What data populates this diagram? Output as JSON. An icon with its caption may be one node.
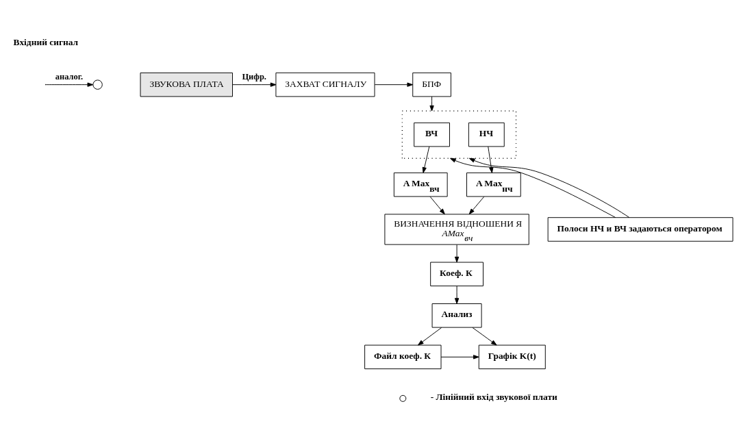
{
  "diagram": {
    "nodes": [
      {
        "text": [],
        "shape": "circle"
      },
      {
        "text": [
          "ЗВУКОВА ПЛАТА"
        ]
      },
      {
        "text": [
          "ЗАХВАТ СИГНАЛУ"
        ]
      },
      {
        "text": [
          "БПФ"
        ]
      },
      {
        "text": [],
        "shape": "box"
      },
      {
        "text": [
          "ВЧ"
        ],
        "in": 4
      },
      {
        "text": [
          "НЧ"
        ],
        "in": 4
      },
      {
        "text": [
          "A Max$_{вч}$"
        ]
      },
      {
        "text": [
          "A Max$_{нч}$"
        ]
      },
      {
        "text": [
          "ВИЗНАЧЕННЯ ВІДНОШЕНИ Я",
          "AMax$_{вч}$"
        ]
      },
      {
        "text": [
          "Коеф. К"
        ]
      },
      {
        "text": [
          "Анализ"
        ]
      },
      {
        "text": [
          "Файл коеф. К"
        ]
      },
      {
        "text": [
          "Графік K(t)"
        ]
      },
      {
        "text": [
          "Полоси НЧ и ВЧ задаються оператором"
        ]
      }
    ],
    "edges": [
      {
        "from": null,
        "to": 0,
        "arrow": "to",
        "label": "аналог."
      },
      {
        "from": 1,
        "to": 2,
        "arrow": "to",
        "label": "Цифр."
      },
      {
        "from": 2,
        "to": 3,
        "arrow": "to"
      },
      {
        "from": 3,
        "to": 4,
        "arrow": "to"
      },
      {
        "from": 5,
        "to": 7,
        "arrow": "to"
      },
      {
        "from": 6,
        "to": 8,
        "arrow": "to"
      },
      {
        "from": 7,
        "to": 9,
        "arrow": "to"
      },
      {
        "from": 8,
        "to": 9,
        "arrow": "to"
      },
      {
        "from": 9,
        "to": 10,
        "arrow": "to"
      },
      {
        "from": 10,
        "to": 11,
        "arrow": "to"
      },
      {
        "from": 11,
        "to": 12,
        "arrow": "to"
      },
      {
        "from": 11,
        "to": 13,
        "arrow": "to"
      },
      {
        "from": 12,
        "to": 13,
        "arrow": "to"
      },
      {
        "from": 14,
        "to": 4,
        "arrow": "to"
      },
      {
        "from": 14,
        "to": 4,
        "arrow": "to"
      }
    ],
    "labels": [
      "Вхідний сигнал"
    ],
    "legend": [
      {
        "text": "- Лінійний вхід звукової плати"
      }
    ]
  }
}
